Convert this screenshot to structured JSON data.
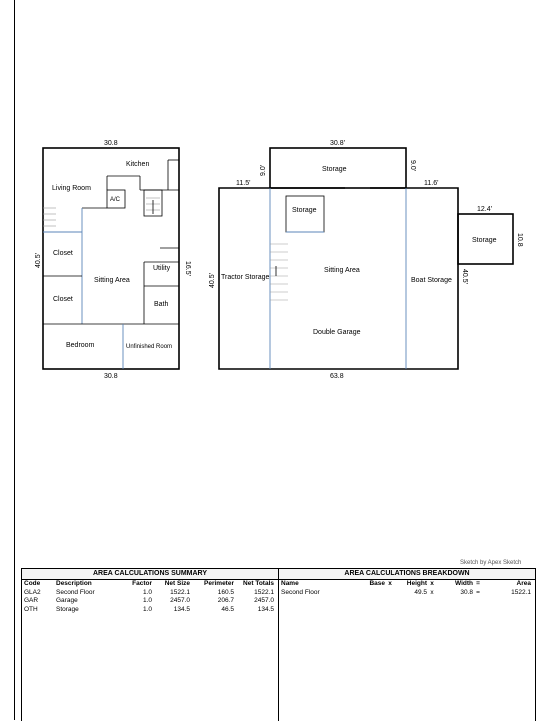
{
  "floorplan": {
    "left": {
      "dims": {
        "top": "30.8",
        "bottom": "30.8",
        "left": "40.5'",
        "right": "16.5'"
      },
      "rooms": {
        "kitchen": "Kitchen",
        "living": "Living Room",
        "ac": "A/C",
        "closet1": "Closet",
        "closet2": "Closet",
        "sitting": "Sitting Area",
        "utility": "Utility",
        "bath": "Bath",
        "bedroom": "Bedroom",
        "unfinished": "Unfinished Room"
      }
    },
    "right": {
      "dims": {
        "top": "30.8'",
        "left_short1": "9.0'",
        "left_short2": "11.5'",
        "right_short1": "9.0'",
        "right_short2": "11.6'",
        "annex_top": "12.4'",
        "annex_right": "10.8",
        "left": "40.5'",
        "right": "40.5'",
        "bottom": "63.8"
      },
      "rooms": {
        "storage_top": "Storage",
        "storage_inner": "Storage",
        "tractor": "Tractor Storage",
        "sitting": "Sitting Area",
        "boat": "Boat Storage",
        "storage_annex": "Storage",
        "garage": "Double Garage"
      }
    }
  },
  "credit": "Sketch by Apex Sketch",
  "summary": {
    "title": "AREA CALCULATIONS SUMMARY",
    "headers": [
      "Code",
      "Description",
      "Factor",
      "Net Size",
      "Perimeter",
      "Net Totals"
    ],
    "rows": [
      [
        "GLA2",
        "Second Floor",
        "1.0",
        "1522.1",
        "160.5",
        "1522.1"
      ],
      [
        "GAR",
        "Garage",
        "1.0",
        "2457.0",
        "206.7",
        "2457.0"
      ],
      [
        "OTH",
        "Storage",
        "1.0",
        "134.5",
        "46.5",
        "134.5"
      ]
    ]
  },
  "breakdown": {
    "title": "AREA CALCULATIONS BREAKDOWN",
    "headers": [
      "Name",
      "Base",
      "x",
      "Height",
      "x",
      "Width",
      "=",
      "Area"
    ],
    "rows": [
      [
        "Second Floor",
        "",
        "",
        "49.5",
        "x",
        "30.8",
        "=",
        "1522.1"
      ]
    ]
  }
}
